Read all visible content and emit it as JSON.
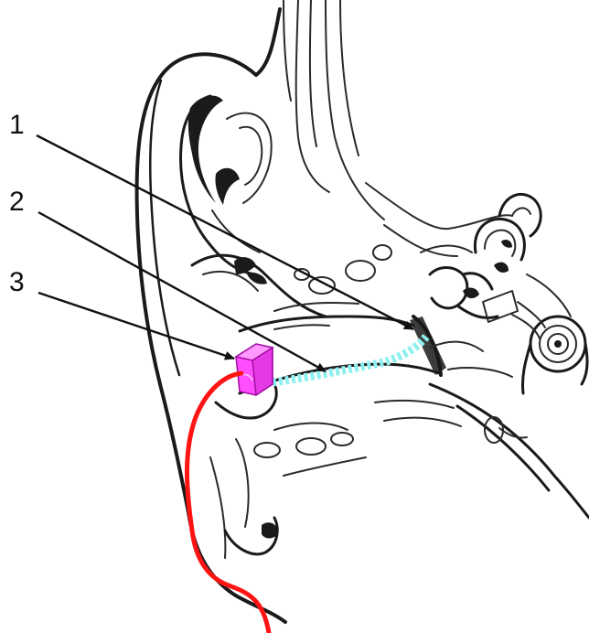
{
  "labels": [
    {
      "id": "1",
      "text": "1"
    },
    {
      "id": "2",
      "text": "2"
    },
    {
      "id": "3",
      "text": "3"
    }
  ],
  "colors": {
    "line_art": "#1a1a1a",
    "wire": "#ff1414",
    "device": "#ff4dff",
    "sound_path": "#8ff0f0",
    "background": "#ffffff"
  },
  "icons": {
    "ear": "ear-anatomy-drawing",
    "device": "magenta-box-device",
    "wire": "red-cable",
    "path": "dotted-cyan-sound-path"
  }
}
